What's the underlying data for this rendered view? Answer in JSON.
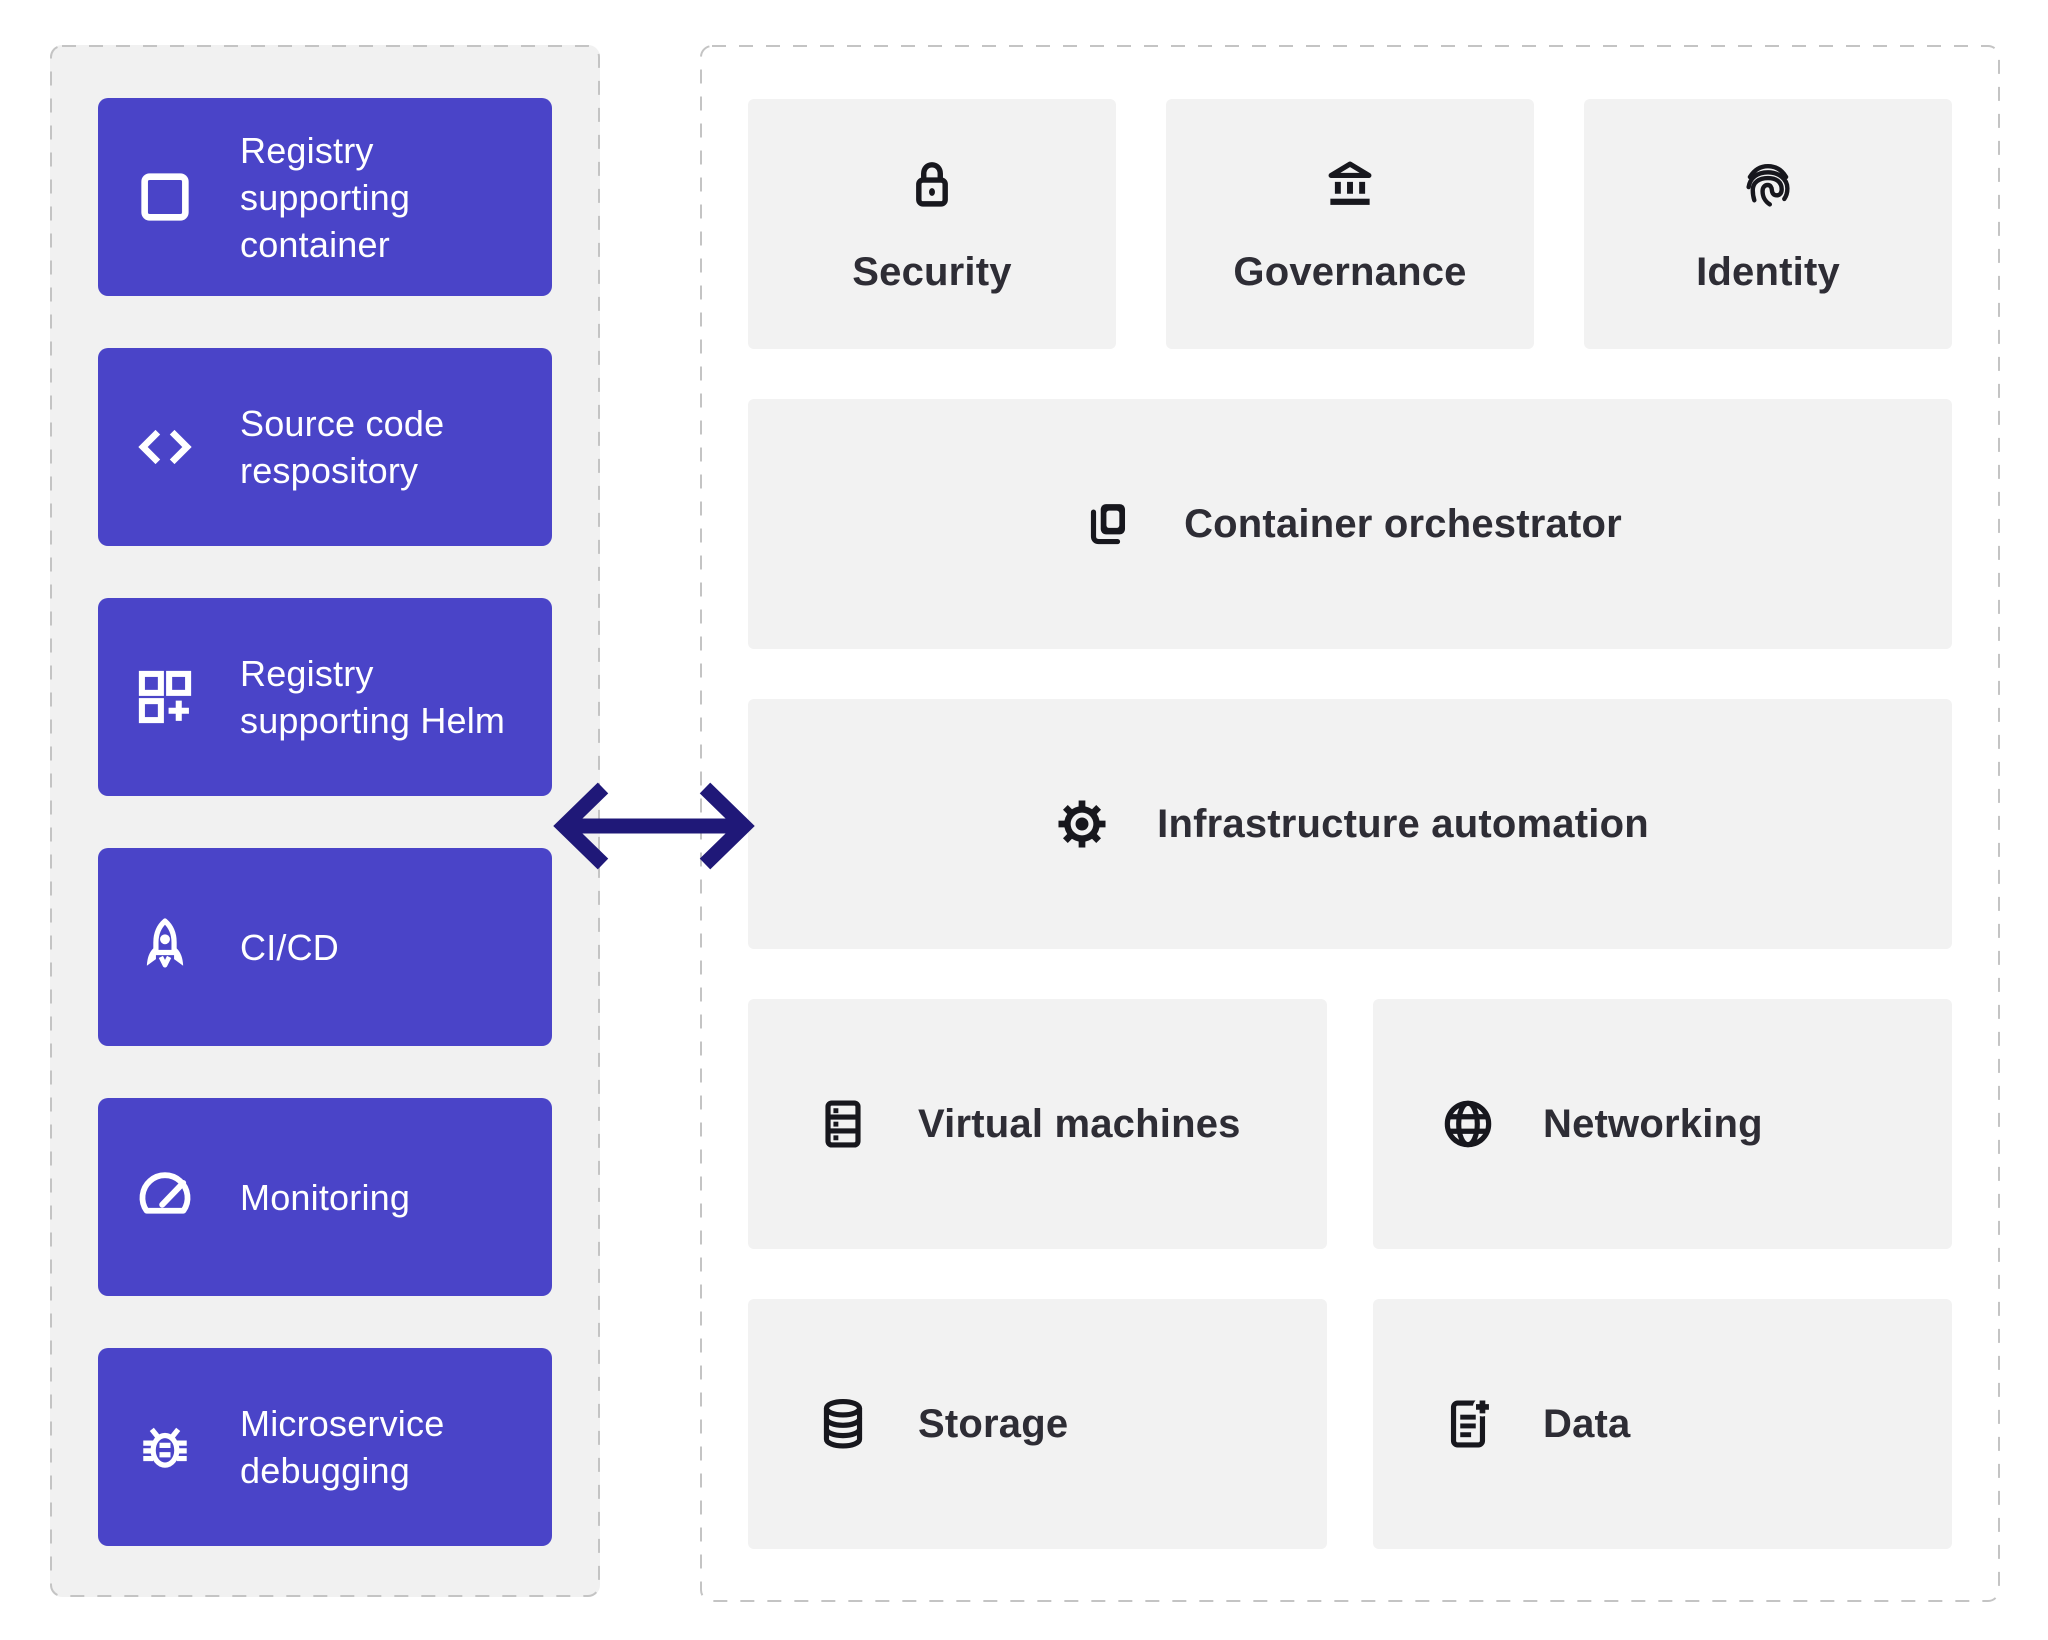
{
  "left_panel": {
    "items": [
      {
        "label": "Registry supporting container",
        "icon": "container-square-icon"
      },
      {
        "label": "Source code respository",
        "icon": "code-brackets-icon"
      },
      {
        "label": "Registry supporting Helm",
        "icon": "apps-plus-icon"
      },
      {
        "label": "CI/CD",
        "icon": "rocket-icon"
      },
      {
        "label": "Monitoring",
        "icon": "gauge-icon"
      },
      {
        "label": "Microservice debugging",
        "icon": "bug-icon"
      }
    ]
  },
  "right_panel": {
    "top_row": [
      {
        "label": "Security",
        "icon": "lock-icon"
      },
      {
        "label": "Governance",
        "icon": "bank-icon"
      },
      {
        "label": "Identity",
        "icon": "fingerprint-icon"
      }
    ],
    "wide_rows": [
      {
        "label": "Container orchestrator",
        "icon": "stacked-containers-icon"
      },
      {
        "label": "Infrastructure automation",
        "icon": "gear-icon"
      }
    ],
    "grid_rows": [
      {
        "label": "Virtual machines",
        "icon": "server-rack-icon"
      },
      {
        "label": "Networking",
        "icon": "globe-icon"
      },
      {
        "label": "Storage",
        "icon": "database-icon"
      },
      {
        "label": "Data",
        "icon": "document-plus-icon"
      }
    ]
  },
  "connector": {
    "type": "bidirectional-arrow"
  },
  "colors": {
    "accent_purple": "#4a44c8",
    "arrow_navy": "#1f1878",
    "left_panel_bg": "#f1f1f1",
    "card_bg": "#f2f2f2",
    "dark_text": "#2e2d35",
    "dashed_border": "#c4c4c4",
    "white": "#ffffff"
  }
}
